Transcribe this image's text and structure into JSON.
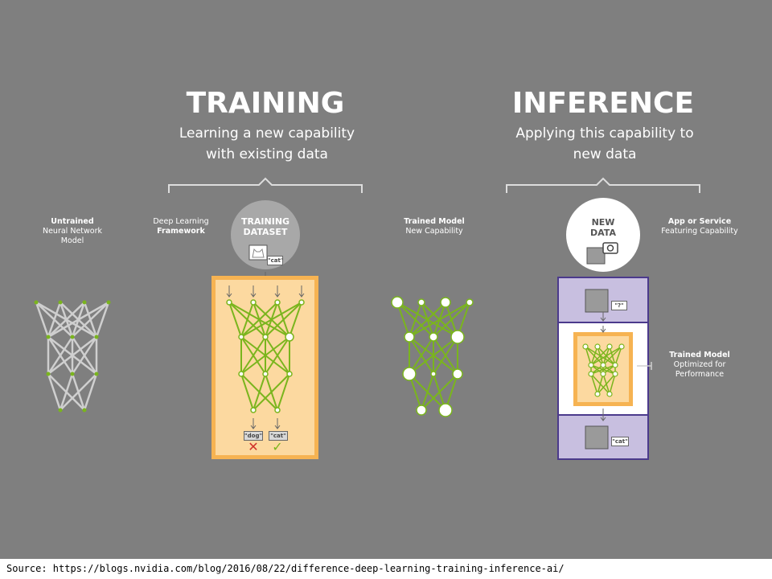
{
  "training": {
    "title": "TRAINING",
    "subtitle_line1": "Learning a new capability",
    "subtitle_line2": "with existing data",
    "untrained_label_bold": "Untrained",
    "untrained_label_rest1": "Neural Network",
    "untrained_label_rest2": "Model",
    "framework_label_1": "Deep Learning",
    "framework_label_2": "Framework",
    "dataset_label_1": "TRAINING",
    "dataset_label_2": "DATASET",
    "dataset_tag": "\"cat\"",
    "output_tag_1": "\"dog\"",
    "output_tag_2": "\"cat\"",
    "wrong_mark": "✕",
    "right_mark": "✓"
  },
  "inference": {
    "title": "INFERENCE",
    "subtitle_line1": "Applying this capability to",
    "subtitle_line2": "new data",
    "trained_label_bold": "Trained Model",
    "trained_label_rest": "New Capability",
    "newdata_label_1": "NEW",
    "newdata_label_2": "DATA",
    "app_label_bold": "App or Service",
    "app_label_rest": "Featuring Capability",
    "optimized_label_bold": "Trained Model",
    "optimized_label_rest1": "Optimized for",
    "optimized_label_rest2": "Performance",
    "input_tag": "\"?\"",
    "output_tag": "\"cat\""
  },
  "colors": {
    "background": "#7f7f7f",
    "green": "#7ab51d",
    "orange": "#f6b352",
    "orange_light": "#fcd9a0",
    "purple": "#4b3a8c",
    "lavender": "#c8bfe0",
    "gray_net": "#cfcfcf",
    "red": "#d0302a"
  },
  "source": {
    "text": "Source: https://blogs.nvidia.com/blog/2016/08/22/difference-deep-learning-training-inference-ai/"
  }
}
